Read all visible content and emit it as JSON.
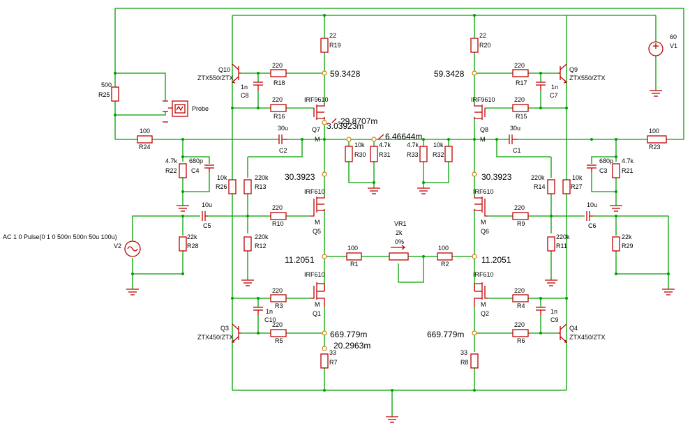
{
  "labels": {
    "R19": {
      "name": "R19",
      "value": "22"
    },
    "R20": {
      "name": "R20",
      "value": "22"
    },
    "R18": {
      "name": "R18",
      "value": "220"
    },
    "R17": {
      "name": "R17",
      "value": "220"
    },
    "R16": {
      "name": "R16",
      "value": "220"
    },
    "R15": {
      "name": "R15",
      "value": "220"
    },
    "R25": {
      "name": "R25",
      "value": "500"
    },
    "R24": {
      "name": "R24",
      "value": "100"
    },
    "R23": {
      "name": "R23",
      "value": "100"
    },
    "R22": {
      "name": "R22",
      "value": "4.7k"
    },
    "R21": {
      "name": "R21",
      "value": "4.7k"
    },
    "R26": {
      "name": "R26",
      "value": "10k"
    },
    "R27": {
      "name": "R27",
      "value": "10k"
    },
    "R13": {
      "name": "R13",
      "value": "220k"
    },
    "R14": {
      "name": "R14",
      "value": "220k"
    },
    "R12": {
      "name": "R12",
      "value": "220k"
    },
    "R11": {
      "name": "R11",
      "value": "220k"
    },
    "R10": {
      "name": "R10",
      "value": "220"
    },
    "R9": {
      "name": "R9",
      "value": "220"
    },
    "R28": {
      "name": "R28",
      "value": "22k"
    },
    "R29": {
      "name": "R29",
      "value": "22k"
    },
    "R30": {
      "name": "R30",
      "value": "10k"
    },
    "R31": {
      "name": "R31",
      "value": "4.7k"
    },
    "R33": {
      "name": "R33",
      "value": "4.7k"
    },
    "R32": {
      "name": "R32",
      "value": "10k"
    },
    "R1": {
      "name": "R1",
      "value": "100"
    },
    "R2": {
      "name": "R2",
      "value": "100"
    },
    "R3": {
      "name": "R3",
      "value": "220"
    },
    "R4": {
      "name": "R4",
      "value": "220"
    },
    "R5": {
      "name": "R5",
      "value": "220"
    },
    "R6": {
      "name": "R6",
      "value": "220"
    },
    "R7": {
      "name": "R7",
      "value": "33"
    },
    "R8": {
      "name": "R8",
      "value": "33"
    },
    "C8": {
      "name": "C8",
      "value": "1n"
    },
    "C7": {
      "name": "C7",
      "value": "1n"
    },
    "C2": {
      "name": "C2",
      "value": "30u"
    },
    "C1": {
      "name": "C1",
      "value": "30u"
    },
    "C4": {
      "name": "C4",
      "value": "680p"
    },
    "C3": {
      "name": "C3",
      "value": "680p"
    },
    "C5": {
      "name": "C5",
      "value": "10u"
    },
    "C6": {
      "name": "C6",
      "value": "10u"
    },
    "C10": {
      "name": "C10",
      "value": "1n"
    },
    "C9": {
      "name": "C9",
      "value": "1n"
    },
    "Q10": {
      "name": "Q10",
      "part": "ZTX550/ZTX"
    },
    "Q9": {
      "name": "Q9",
      "part": "ZTX550/ZTX"
    },
    "Q3": {
      "name": "Q3",
      "part": "ZTX450/ZTX"
    },
    "Q4": {
      "name": "Q4",
      "part": "ZTX450/ZTX"
    },
    "Q7": {
      "name": "Q7",
      "part": "IRF9610",
      "pin": "M"
    },
    "Q8": {
      "name": "Q8",
      "part": "IRF9610",
      "pin": "M"
    },
    "Q5": {
      "name": "Q5",
      "part": "IRF610",
      "pin": "M"
    },
    "Q6": {
      "name": "Q6",
      "part": "IRF610",
      "pin": "M"
    },
    "Q1": {
      "name": "Q1",
      "part": "IRF610",
      "pin": "M"
    },
    "Q2": {
      "name": "Q2",
      "part": "IRF610",
      "pin": "M"
    },
    "V1": {
      "name": "V1",
      "value": "60"
    },
    "V2": {
      "name": "V2",
      "value": "AC 1 0 Pulse(0 1 0 500n 500n 50u 100u)"
    },
    "VR1": {
      "name": "VR1",
      "value": "2k",
      "setting": "0%"
    },
    "probe": "Probe",
    "midM": "M"
  },
  "voltages": {
    "v_top_l": "59.3428",
    "v_top_r": "59.3428",
    "v_q7_a": "-29.8707m",
    "v_q7_b": "3.03923m",
    "v_mid": "6.46644m",
    "v_gate_l": "30.3923",
    "v_gate_r": "30.3923",
    "v_low_l": "11.2051",
    "v_low_r": "11.2051",
    "v_bot_l": "669.779m",
    "v_bot_r": "669.779m",
    "v_r7": "20.2963m"
  }
}
